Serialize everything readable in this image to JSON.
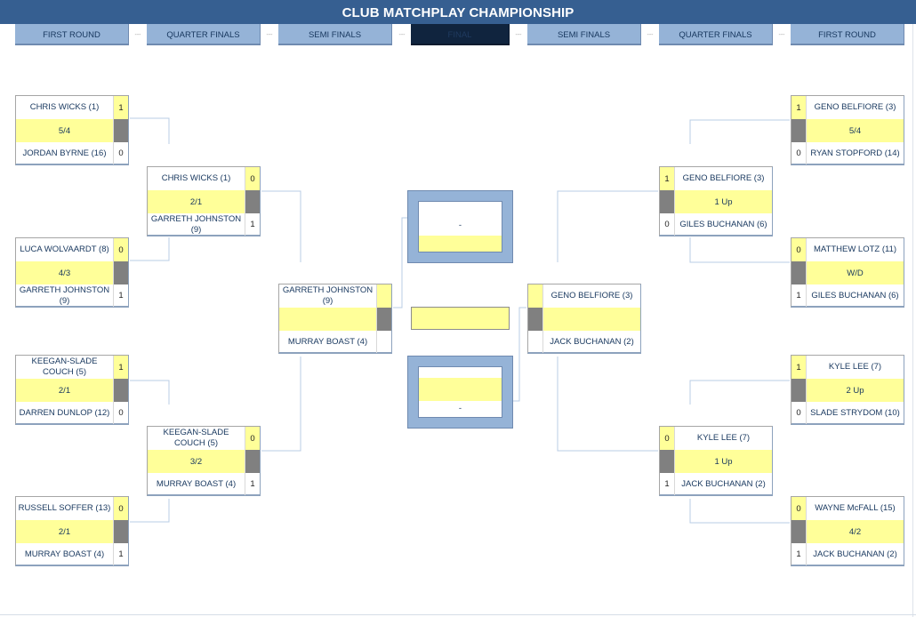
{
  "title": "CLUB MATCHPLAY CHAMPIONSHIP",
  "rounds": {
    "left": [
      "FIRST ROUND",
      "QUARTER FINALS",
      "SEMI FINALS"
    ],
    "final": "FINAL",
    "right": [
      "SEMI FINALS",
      "QUARTER FINALS",
      "FIRST ROUND"
    ],
    "separator": "---"
  },
  "colors": {
    "title_bar": "#365f91",
    "round_tab": "#95b3d7",
    "final_tab": "#10243e",
    "highlight": "#ffff99",
    "loser_marker": "#808080"
  },
  "left": {
    "first_round": [
      {
        "p1": "CHRIS WICKS (1)",
        "s1": "1",
        "result": "5/4",
        "p2": "JORDAN BYRNE (16)",
        "s2": "0"
      },
      {
        "p1": "LUCA WOLVAARDT (8)",
        "s1": "0",
        "result": "4/3",
        "p2": "GARRETH JOHNSTON (9)",
        "s2": "1"
      },
      {
        "p1": "KEEGAN-SLADE COUCH (5)",
        "s1": "1",
        "result": "2/1",
        "p2": "DARREN DUNLOP (12)",
        "s2": "0"
      },
      {
        "p1": "RUSSELL SOFFER (13)",
        "s1": "0",
        "result": "2/1",
        "p2": "MURRAY BOAST (4)",
        "s2": "1"
      }
    ],
    "quarter_finals": [
      {
        "p1": "CHRIS WICKS (1)",
        "s1": "0",
        "result": "2/1",
        "p2": "GARRETH JOHNSTON (9)",
        "s2": "1"
      },
      {
        "p1": "KEEGAN-SLADE COUCH (5)",
        "s1": "0",
        "result": "3/2",
        "p2": "MURRAY BOAST (4)",
        "s2": "1"
      }
    ],
    "semi_final": {
      "p1": "GARRETH JOHNSTON (9)",
      "s1": "",
      "result": "",
      "p2": "MURRAY BOAST (4)",
      "s2": ""
    }
  },
  "right": {
    "first_round": [
      {
        "p1": "GENO BELFIORE (3)",
        "s1": "1",
        "result": "5/4",
        "p2": "RYAN STOPFORD (14)",
        "s2": "0"
      },
      {
        "p1": "MATTHEW LOTZ (11)",
        "s1": "0",
        "result": "W/D",
        "p2": "GILES BUCHANAN (6)",
        "s2": "1"
      },
      {
        "p1": "KYLE LEE (7)",
        "s1": "1",
        "result": "2 Up",
        "p2": "SLADE STRYDOM (10)",
        "s2": "0"
      },
      {
        "p1": "WAYNE McFALL (15)",
        "s1": "0",
        "result": "4/2",
        "p2": "JACK BUCHANAN (2)",
        "s2": "1"
      }
    ],
    "quarter_finals": [
      {
        "p1": "GENO BELFIORE (3)",
        "s1": "1",
        "result": "1 Up",
        "p2": "GILES BUCHANAN (6)",
        "s2": "0"
      },
      {
        "p1": "KYLE LEE (7)",
        "s1": "0",
        "result": "1 Up",
        "p2": "JACK BUCHANAN (2)",
        "s2": "1"
      }
    ],
    "semi_final": {
      "p1": "GENO BELFIORE (3)",
      "s1": "",
      "result": "",
      "p2": "JACK BUCHANAN (2)",
      "s2": ""
    }
  },
  "final": {
    "top_finalist": "-",
    "bottom_finalist": "-",
    "result": ""
  }
}
